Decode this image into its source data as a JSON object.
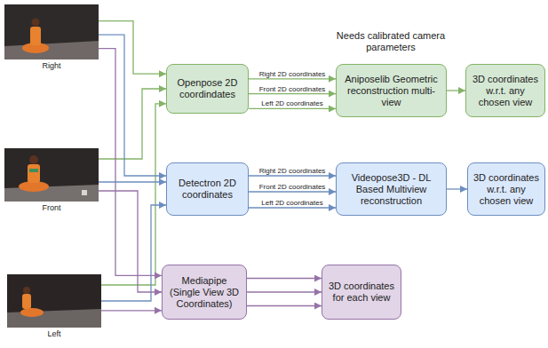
{
  "diagram": {
    "nodes": [
      {
        "text": [
          "Right"
        ]
      },
      {
        "text": [
          "Front"
        ]
      },
      {
        "text": [
          "Left"
        ]
      },
      {
        "text": [
          "Openpose 2D coordindates"
        ]
      },
      {
        "text": [
          "Aniposelib Geometric reconstruction multi-view"
        ]
      },
      {
        "text": [
          "3D coordinates w.r.t. any chosen view"
        ]
      },
      {
        "text": [
          "Detectron 2D coordinates"
        ]
      },
      {
        "text": [
          "Videopose3D - DL Based Multiview reconstruction"
        ]
      },
      {
        "text": [
          "3D coordinates w.r.t. any chosen view"
        ]
      },
      {
        "text": [
          "Mediapipe (Single View 3D Coordinates)"
        ]
      },
      {
        "text": [
          "3D coordinates for each view"
        ]
      }
    ],
    "edges": [
      {
        "from": 0,
        "to": 3,
        "arrow": "to"
      },
      {
        "from": 1,
        "to": 3,
        "arrow": "to"
      },
      {
        "from": 2,
        "to": 3,
        "arrow": "to"
      },
      {
        "from": 0,
        "to": 6,
        "arrow": "to"
      },
      {
        "from": 1,
        "to": 6,
        "arrow": "to"
      },
      {
        "from": 2,
        "to": 6,
        "arrow": "to"
      },
      {
        "from": 0,
        "to": 9,
        "arrow": "to"
      },
      {
        "from": 1,
        "to": 9,
        "arrow": "to"
      },
      {
        "from": 2,
        "to": 9,
        "arrow": "to"
      },
      {
        "from": 3,
        "to": 4,
        "label": "Right 2D coordinates",
        "arrow": "to"
      },
      {
        "from": 3,
        "to": 4,
        "label": "Front 2D coordinates",
        "arrow": "to"
      },
      {
        "from": 3,
        "to": 4,
        "label": "Left 2D coordinates",
        "arrow": "to"
      },
      {
        "from": 4,
        "to": 5,
        "arrow": "to"
      },
      {
        "from": 6,
        "to": 7,
        "label": "Right 2D coordinates",
        "arrow": "to"
      },
      {
        "from": 6,
        "to": 7,
        "label": "Front 2D coordinates",
        "arrow": "to"
      },
      {
        "from": 6,
        "to": 7,
        "label": "Left 2D coordinates",
        "arrow": "to"
      },
      {
        "from": 7,
        "to": 8,
        "arrow": "to"
      },
      {
        "from": 9,
        "to": 10,
        "arrow": "to"
      },
      {
        "from": 9,
        "to": 10,
        "arrow": "to"
      },
      {
        "from": 9,
        "to": 10,
        "arrow": "to"
      }
    ],
    "labels": [
      "Needs calibrated camera parameters"
    ]
  }
}
